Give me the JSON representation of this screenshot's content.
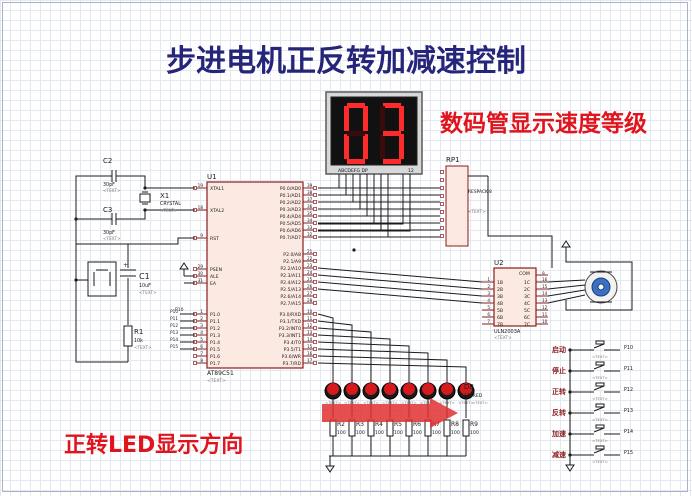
{
  "title": "步进电机正反转加减速控制",
  "display_caption": "数码管显示速度等级",
  "led_caption": "正转LED显示方向",
  "seven_seg": {
    "digits": [
      "0",
      "3"
    ],
    "segment_labels": "ABCDEFG  DP",
    "pin_labels": "12"
  },
  "mcu": {
    "ref": "U1",
    "part": "AT89C51",
    "left_pins": [
      "XTAL1",
      "XTAL2",
      "RST",
      "PSEN",
      "ALE",
      "EA",
      "P1.0",
      "P1.1",
      "P1.2",
      "P1.3",
      "P1.4",
      "P1.5",
      "P1.6",
      "P1.7"
    ],
    "left_pin_nums": [
      "19",
      "18",
      "9",
      "29",
      "30",
      "31",
      "1",
      "2",
      "3",
      "4",
      "5",
      "6",
      "7",
      "8"
    ],
    "right_pins": [
      "P0.0/AD0",
      "P0.1/AD1",
      "P0.2/AD2",
      "P0.3/AD3",
      "P0.4/AD4",
      "P0.5/AD5",
      "P0.6/AD6",
      "P0.7/AD7",
      "P2.0/A8",
      "P2.1/A9",
      "P2.2/A10",
      "P2.3/A11",
      "P2.4/A12",
      "P2.5/A13",
      "P2.6/A14",
      "P2.7/A15",
      "P3.0/RXD",
      "P3.1/TXD",
      "P3.2/INT0",
      "P3.3/INT1",
      "P3.4/T0",
      "P3.5/T1",
      "P3.6/WR",
      "P3.7/RD"
    ],
    "right_pin_nums": [
      "39",
      "38",
      "37",
      "36",
      "35",
      "34",
      "33",
      "32",
      "21",
      "22",
      "23",
      "24",
      "25",
      "26",
      "27",
      "28",
      "10",
      "11",
      "12",
      "13",
      "14",
      "15",
      "16",
      "17"
    ]
  },
  "crystal": {
    "ref": "X1",
    "part": "CRYSTAL",
    "text": "<TEXT>"
  },
  "caps": [
    {
      "ref": "C2",
      "value": "30pF",
      "text": "<TEXT>"
    },
    {
      "ref": "C3",
      "value": "30pF",
      "text": "<TEXT>"
    },
    {
      "ref": "C1",
      "value": "10uF",
      "text": "<TEXT>"
    }
  ],
  "r1": {
    "ref": "R1",
    "value": "10k",
    "text": "<TEXT>"
  },
  "respack": {
    "ref": "RP1",
    "part": "RESPACK-8",
    "text": "<TEXT>"
  },
  "uln": {
    "ref": "U2",
    "part": "ULN2003A",
    "text": "<TEXT>",
    "in_labels": [
      "1B",
      "2B",
      "3B",
      "4B",
      "5B",
      "6B",
      "7B"
    ],
    "in_nums": [
      "1",
      "2",
      "3",
      "4",
      "5",
      "6",
      "7"
    ],
    "out_labels": [
      "1C",
      "2C",
      "3C",
      "4C",
      "5C",
      "6C",
      "7C"
    ],
    "out_nums": [
      "16",
      "15",
      "14",
      "13",
      "12",
      "11",
      "10"
    ],
    "com_label": "COM",
    "com_num": "9"
  },
  "leds": {
    "last_ref": "D8",
    "part": "LED-RED",
    "text": "<TEXT>"
  },
  "resistors": [
    {
      "ref": "R2",
      "value": "100"
    },
    {
      "ref": "R3",
      "value": "100"
    },
    {
      "ref": "R4",
      "value": "100"
    },
    {
      "ref": "R5",
      "value": "100"
    },
    {
      "ref": "R6",
      "value": "100"
    },
    {
      "ref": "R7",
      "value": "100"
    },
    {
      "ref": "R8",
      "value": "100"
    },
    {
      "ref": "R9",
      "value": "100"
    }
  ],
  "buttons": [
    {
      "label": "启动",
      "pin": "P10"
    },
    {
      "label": "停止",
      "pin": "P11"
    },
    {
      "label": "正转",
      "pin": "P12"
    },
    {
      "label": "反转",
      "pin": "P13"
    },
    {
      "label": "加速",
      "pin": "P14"
    },
    {
      "label": "减速",
      "pin": "P15"
    }
  ],
  "p1_labels": [
    "P10",
    "P11",
    "P12",
    "P13",
    "P14",
    "P15"
  ],
  "text_tag": "<TEXT>",
  "colors": {
    "title": "#25257a",
    "caption": "#e0141d",
    "chip_fill": "#fbe9e2",
    "chip_stroke": "#8a1d1d",
    "wire": "#1b1b1b",
    "pin": "#8a1d1d",
    "led": "#d6191c",
    "segment_on": "#f02020",
    "arrow": "#e03030"
  }
}
